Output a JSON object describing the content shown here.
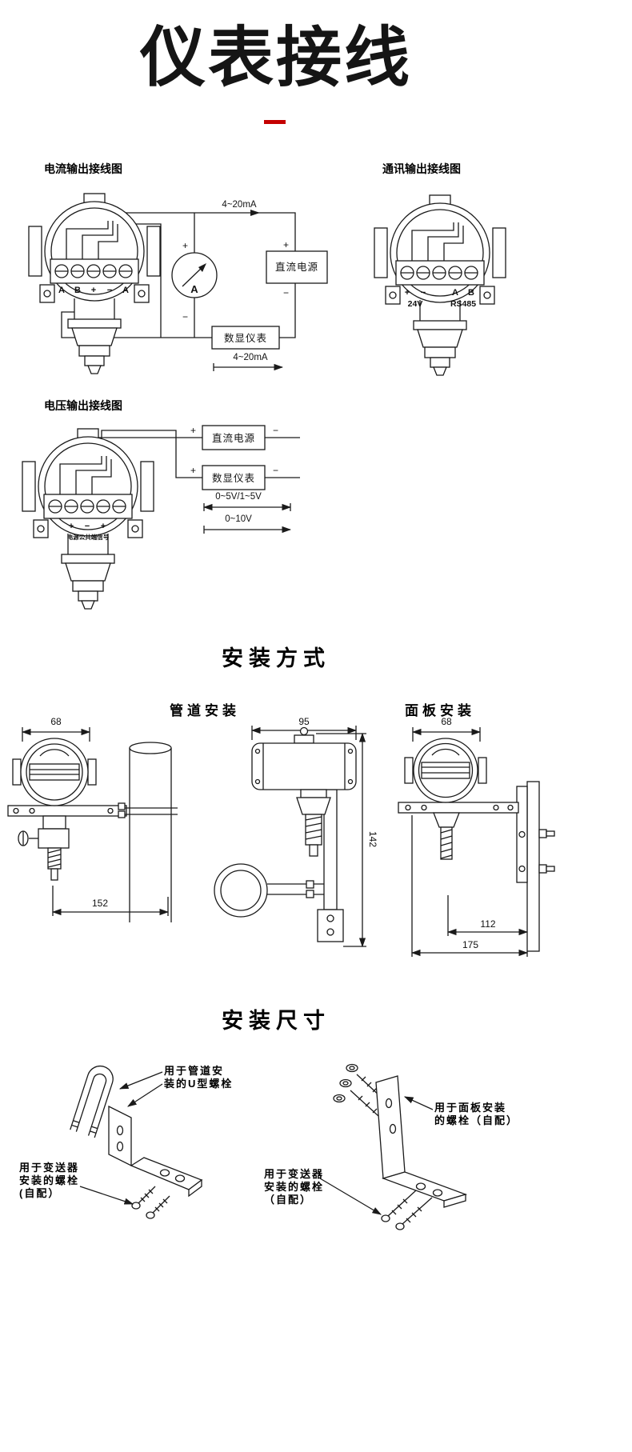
{
  "page": {
    "title": "仪表接线"
  },
  "sym": {
    "plus": "+",
    "minus": "−"
  },
  "wiring": {
    "current": {
      "heading": "电流输出接线图",
      "label_top": "4~20mA",
      "label_bottom": "4~20mA",
      "ammeter_letter": "A",
      "dc_box": "直流电源",
      "display_box": "数显仪表",
      "terminals": [
        "A",
        "B",
        "+",
        "−",
        "A"
      ]
    },
    "comm": {
      "heading": "通讯输出接线图",
      "terminals": [
        "+",
        "−",
        "A",
        "B"
      ],
      "row2": [
        "24V",
        "RS485"
      ]
    },
    "voltage": {
      "heading": "电压输出接线图",
      "dc_box": "直流电源",
      "display_box": "数显仪表",
      "range1": "0~5V/1~5V",
      "range2": "0~10V",
      "terminal_note": "电源公共端信号",
      "terminals": [
        "+",
        "−",
        "+"
      ]
    }
  },
  "mounting": {
    "heading": "安装方式",
    "pipe_label": "管道安装",
    "panel_label": "面板安装",
    "pipe_width": "68",
    "pipe_length": "152",
    "mid_width": "95",
    "mid_height": "142",
    "panel_width": "68",
    "panel_depth1": "112",
    "panel_depth2": "175"
  },
  "dims_section": {
    "heading": "安装尺寸",
    "ubolt_callout": [
      "用于管道安",
      "装的U型螺栓"
    ],
    "tx_left_callout": [
      "用于变送器",
      "安装的螺栓",
      "(自配）"
    ],
    "panel_callout": [
      "用于面板安装",
      "的螺栓（自配）"
    ],
    "tx_right_callout": [
      "用于变送器",
      "安装的螺栓",
      "（自配）"
    ]
  }
}
